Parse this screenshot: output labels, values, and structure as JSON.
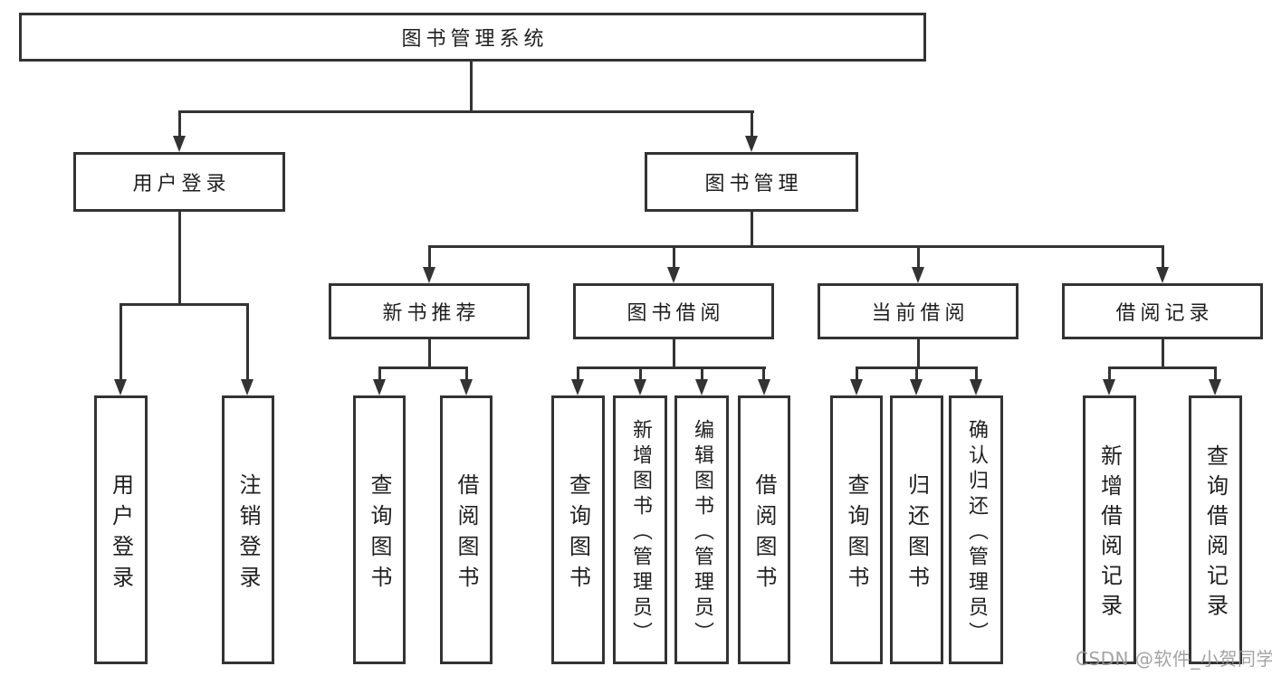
{
  "diagram": {
    "root": {
      "label": "图书管理系统"
    },
    "branches": [
      {
        "label": "用户登录",
        "children": [
          {
            "label": "用户登录"
          },
          {
            "label": "注销登录"
          }
        ]
      },
      {
        "label": "图书管理",
        "children": [
          {
            "label": "新书推荐",
            "children": [
              {
                "label": "查询图书"
              },
              {
                "label": "借阅图书"
              }
            ]
          },
          {
            "label": "图书借阅",
            "children": [
              {
                "label": "查询图书"
              },
              {
                "label": "新增图书（管理员）"
              },
              {
                "label": "编辑图书（管理员）"
              },
              {
                "label": "借阅图书"
              }
            ]
          },
          {
            "label": "当前借阅",
            "children": [
              {
                "label": "查询图书"
              },
              {
                "label": "归还图书"
              },
              {
                "label": "确认归还（管理员）"
              }
            ]
          },
          {
            "label": "借阅记录",
            "children": [
              {
                "label": "新增借阅记录"
              },
              {
                "label": "查询借阅记录"
              }
            ]
          }
        ]
      }
    ]
  },
  "watermark": {
    "text": "CSDN @软件_小贺同学"
  },
  "colors": {
    "line": "#333333",
    "text": "#1f1f1f",
    "background": "#ffffff",
    "watermark": "#969696"
  }
}
